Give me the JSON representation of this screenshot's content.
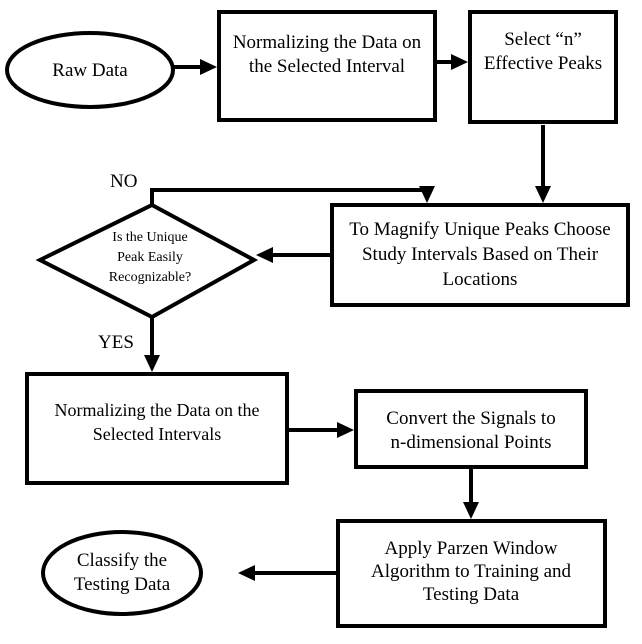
{
  "nodes": {
    "raw_data": {
      "lines": [
        "Raw Data"
      ]
    },
    "normalize_interval": {
      "lines": [
        "Normalizing the Data on",
        "the Selected Interval"
      ]
    },
    "select_peaks": {
      "lines": [
        "Select “n”",
        "Effective Peaks"
      ]
    },
    "magnify_peaks": {
      "lines": [
        "To Magnify Unique Peaks Choose",
        "Study Intervals Based on Their",
        "Locations"
      ]
    },
    "decision_peak": {
      "lines": [
        "Is the Unique",
        "Peak Easily",
        "Recognizable?"
      ]
    },
    "normalize_intervals": {
      "lines": [
        "Normalizing the Data on the",
        "Selected Intervals"
      ]
    },
    "convert_signals": {
      "lines": [
        "Convert the Signals to",
        "n-dimensional Points"
      ]
    },
    "parzen_window": {
      "lines": [
        "Apply Parzen Window",
        "Algorithm to Training and",
        "Testing Data"
      ]
    },
    "classify_testing": {
      "lines": [
        "Classify the",
        "Testing Data"
      ]
    }
  },
  "edge_labels": {
    "no": "NO",
    "yes": "YES"
  }
}
